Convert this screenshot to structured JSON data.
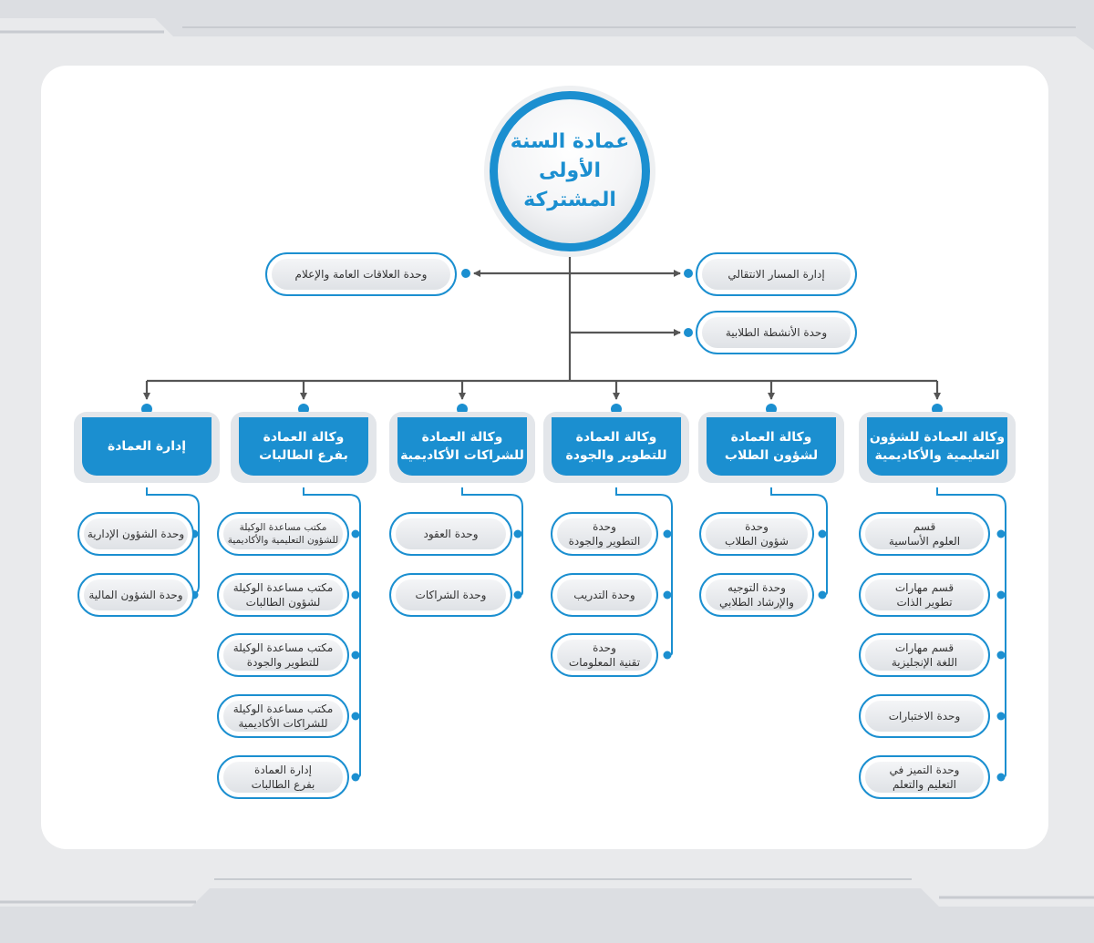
{
  "root": {
    "title": "عمادة السنة\nالأولى المشتركة"
  },
  "top_units": {
    "left": "وحدة العلاقات العامة والإعلام",
    "right_1": "إدارة المسار الانتقالي",
    "right_2": "وحدة الأنشطة الطلابية"
  },
  "columns": [
    {
      "title": "إدارة العمادة",
      "items": [
        "وحدة الشؤون الإدارية",
        "وحدة الشؤون المالية"
      ]
    },
    {
      "title": "وكالة العمادة\nبفرع الطالبات",
      "items": [
        "مكتب مساعدة الوكيلة\nللشؤون التعليمية والأكاديمية",
        "مكتب مساعدة الوكيلة\nلشؤون الطالبات",
        "مكتب مساعدة الوكيلة\nللتطوير والجودة",
        "مكتب مساعدة الوكيلة\nللشراكات الأكاديمية",
        "إدارة العمادة\nبفرع الطالبات"
      ]
    },
    {
      "title": "وكالة العمادة\nللشراكات الأكاديمية",
      "items": [
        "وحدة العقود",
        "وحدة الشراكات"
      ]
    },
    {
      "title": "وكالة العمادة\nللتطوير والجودة",
      "items": [
        "وحدة\nالتطوير والجودة",
        "وحدة التدريب",
        "وحدة\nتقنية المعلومات"
      ]
    },
    {
      "title": "وكالة العمادة\nلشؤون الطلاب",
      "items": [
        "وحدة\nشؤون الطلاب",
        "وحدة التوجيه\nوالإرشاد الطلابي"
      ]
    },
    {
      "title": "وكالة العمادة للشؤون\nالتعليمية والأكاديمية",
      "items": [
        "قسم\nالعلوم الأساسية",
        "قسم مهارات\nتطوير الذات",
        "قسم مهارات\nاللغة الإنجليزية",
        "وحدة الاختبارات",
        "وحدة التميز في\nالتعليم والتعلم"
      ]
    }
  ],
  "colors": {
    "accent": "#1b8fd0",
    "line": "#555555",
    "frame": "#d8dade"
  }
}
